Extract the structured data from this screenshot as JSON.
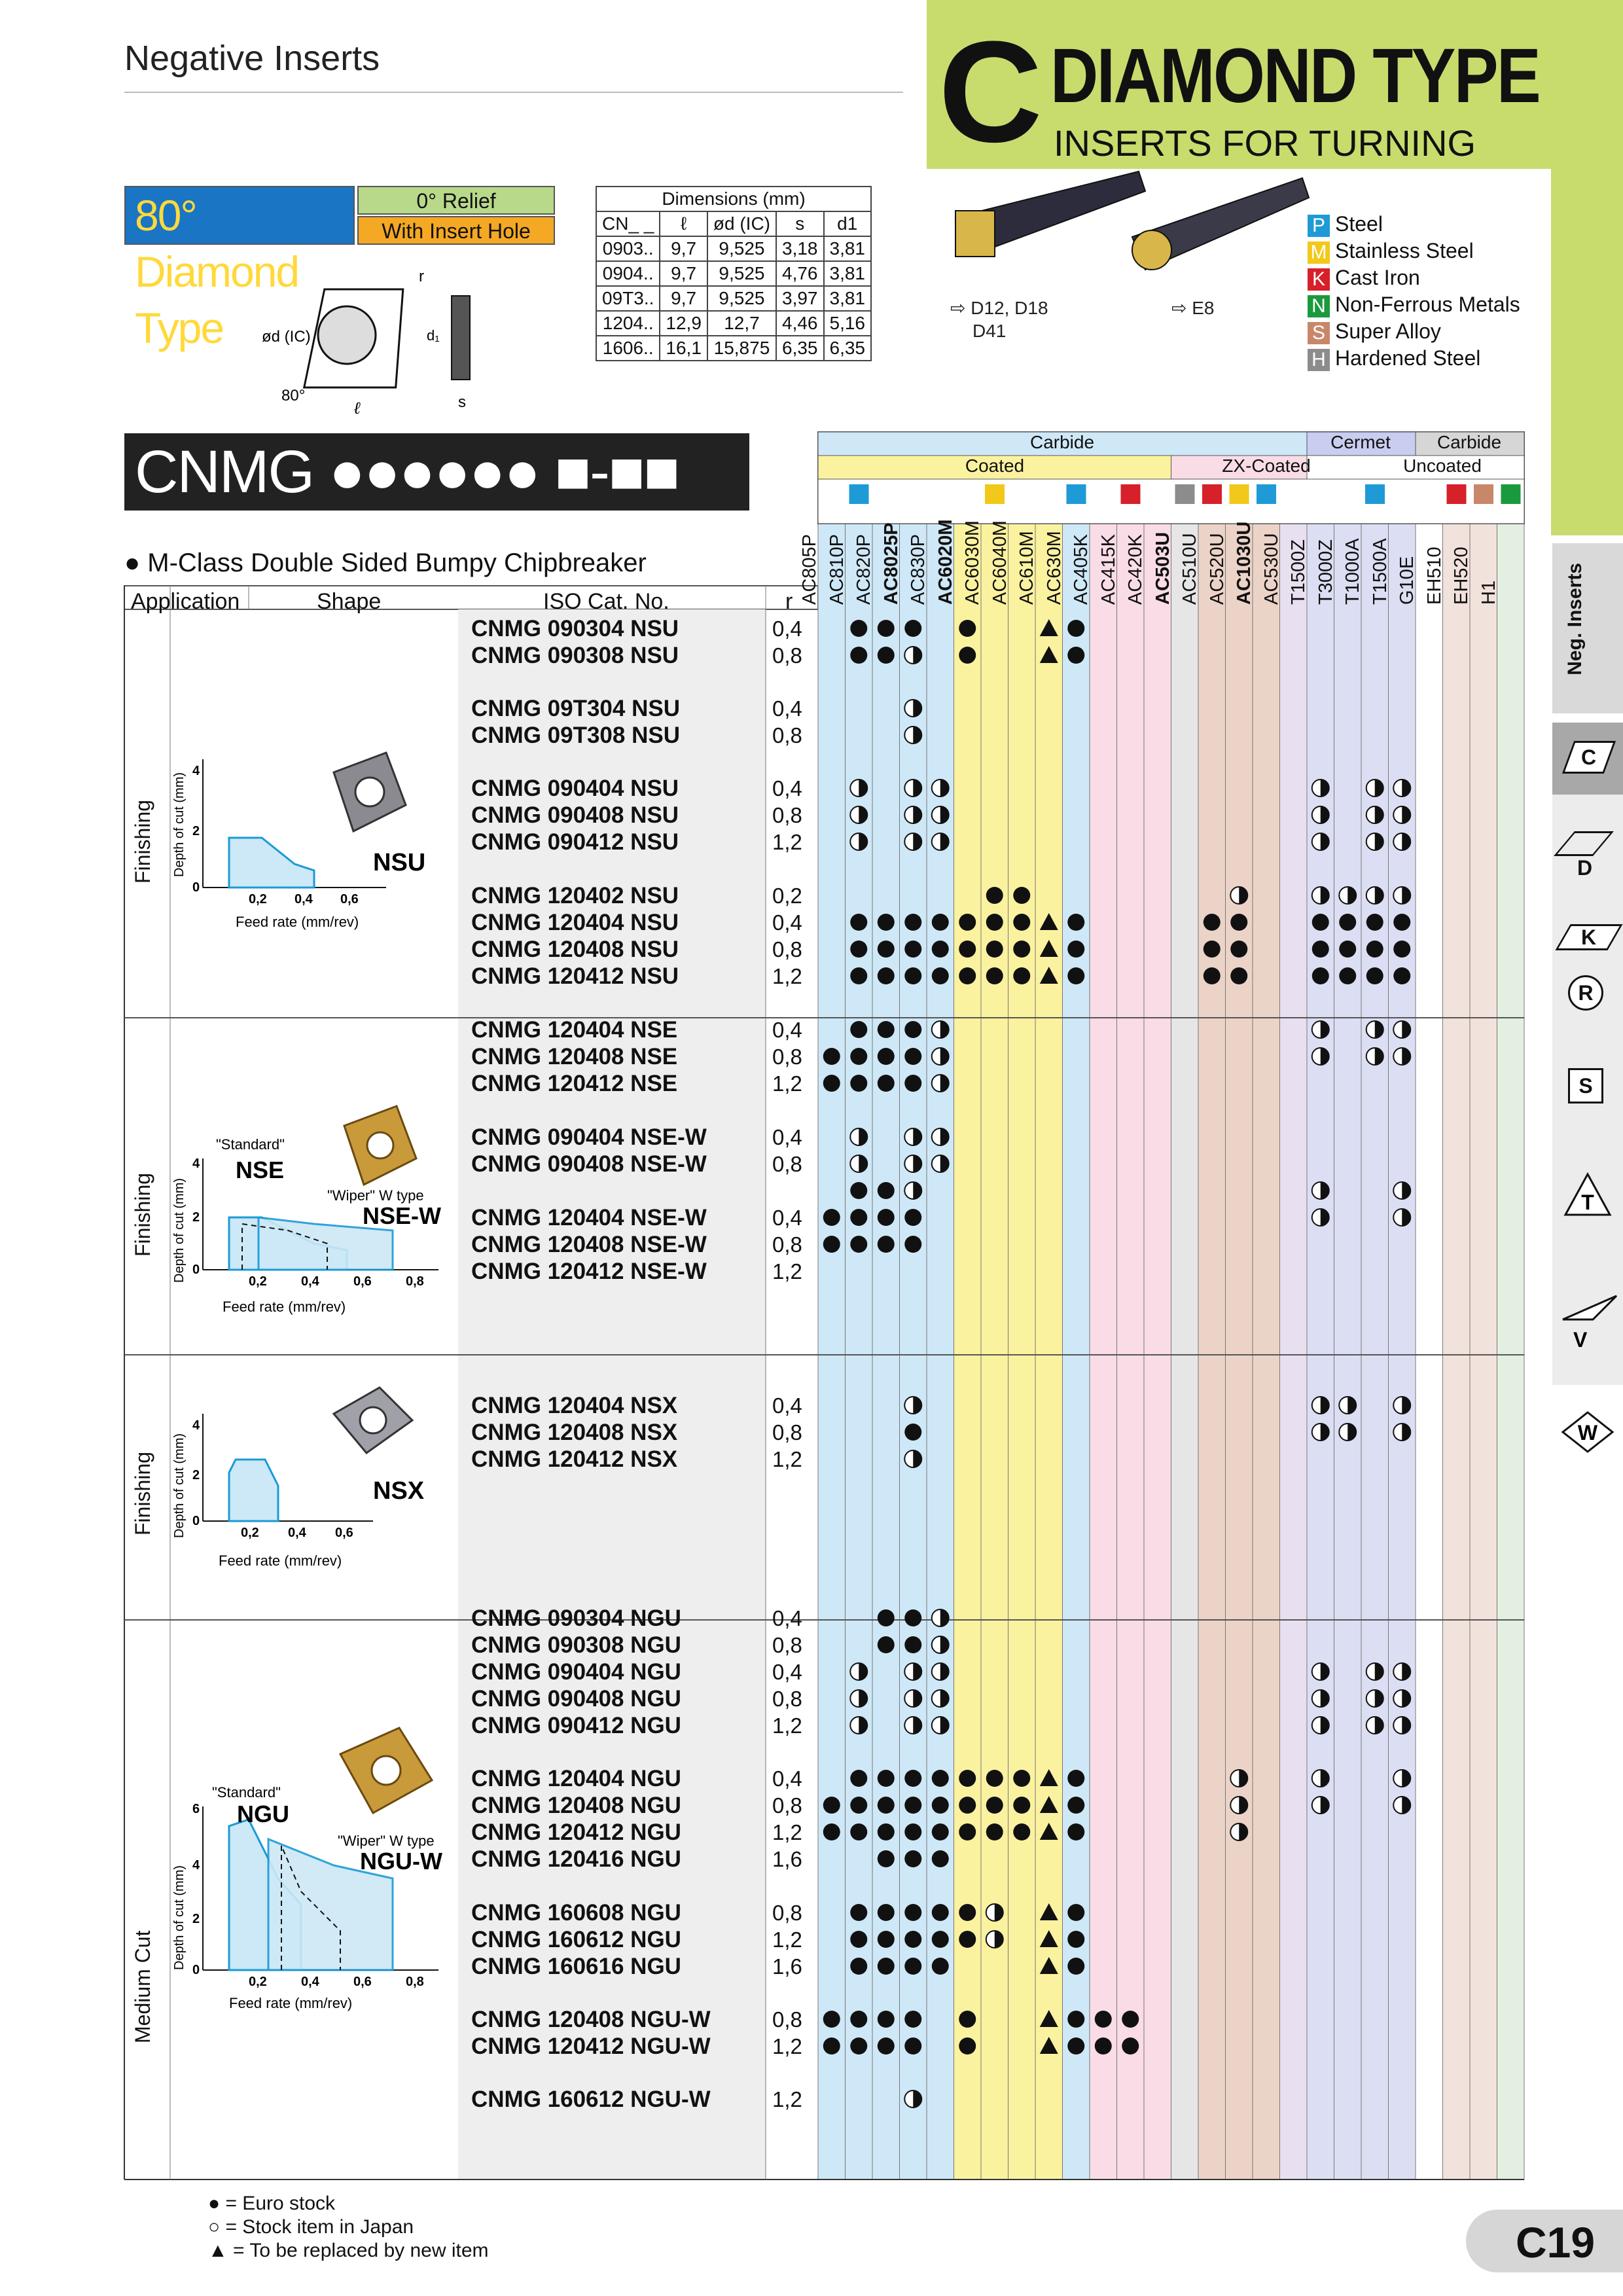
{
  "header": {
    "left_title": "Negative Inserts",
    "letter": "C",
    "title": "DIAMOND TYPE",
    "subtitle": "INSERTS FOR TURNING"
  },
  "type_box": {
    "name": "80° Diamond Type",
    "relief": "0° Relief",
    "hole": "With Insert Hole"
  },
  "diagram_labels": {
    "d_ic": "ød (IC)",
    "angle": "80°",
    "l": "ℓ",
    "r": "r",
    "d1": "d₁",
    "s": "s"
  },
  "dimensions": {
    "title": "Dimensions (mm)",
    "headers": [
      "CN_ _",
      "ℓ",
      "ød (IC)",
      "s",
      "d1"
    ],
    "rows": [
      [
        "0903..",
        "9,7",
        "9,525",
        "3,18",
        "3,81"
      ],
      [
        "0904..",
        "9,7",
        "9,525",
        "4,76",
        "3,81"
      ],
      [
        "09T3..",
        "9,7",
        "9,525",
        "3,97",
        "3,81"
      ],
      [
        "1204..",
        "12,9",
        "12,7",
        "4,46",
        "5,16"
      ],
      [
        "1606..",
        "16,1",
        "15,875",
        "6,35",
        "6,35"
      ]
    ]
  },
  "tools": [
    {
      "caption": "⇨ D12, D18",
      "caption2": "D41"
    },
    {
      "caption": "⇨ E8"
    }
  ],
  "materials": [
    {
      "code": "P",
      "name": "Steel",
      "color": "#1e9ad6"
    },
    {
      "code": "M",
      "name": "Stainless Steel",
      "color": "#f2c81a"
    },
    {
      "code": "K",
      "name": "Cast Iron",
      "color": "#d6202a"
    },
    {
      "code": "N",
      "name": "Non-Ferrous Metals",
      "color": "#1a9a3c"
    },
    {
      "code": "S",
      "name": "Super Alloy",
      "color": "#c9876a"
    },
    {
      "code": "H",
      "name": "Hardened Steel",
      "color": "#8c8c8c"
    }
  ],
  "designation": "CNMG ●●●●●● ■-■■",
  "section_title": "● M-Class   Double Sided Bumpy Chipbreaker",
  "table_headers": {
    "application": "Application",
    "shape": "Shape",
    "iso": "ISO Cat. No.",
    "r": "r"
  },
  "grade_groups": {
    "carbide": "Carbide",
    "coated": "Coated",
    "zx": "ZX-Coated",
    "cermet": "Cermet",
    "carbide2": "Carbide",
    "uncoated": "Uncoated"
  },
  "grades": [
    "AC805P",
    "AC810P",
    "AC820P",
    "AC8025P",
    "AC830P",
    "AC6020M",
    "AC6030M",
    "AC6040M",
    "AC610M",
    "AC630M",
    "AC405K",
    "AC415K",
    "AC420K",
    "AC503U",
    "AC510U",
    "AC520U",
    "AC1030U",
    "AC530U",
    "T1500Z",
    "T3000Z",
    "T1000A",
    "T1500A",
    "G10E",
    "EH510",
    "EH520",
    "H1"
  ],
  "applications": [
    "Finishing",
    "Finishing",
    "Finishing",
    "Medium Cut"
  ],
  "chart_labels": {
    "ylabel": "Depth of cut (mm)",
    "xlabel": "Feed rate (mm/rev)",
    "std": "\"Standard\"",
    "wiper": "\"Wiper\" W  type"
  },
  "chipbreakers": [
    "NSU",
    "NSE",
    "NSE-W",
    "NSX",
    "NGU",
    "NGU-W"
  ],
  "rows": [
    {
      "iso": "CNMG 090304 NSU",
      "r": "0,4",
      "m": {
        "1": "B",
        "2": "B",
        "3": "B",
        "5": "B",
        "8": "T",
        "9": "B"
      }
    },
    {
      "iso": "CNMG 090308 NSU",
      "r": "0,8",
      "m": {
        "1": "B",
        "2": "B",
        "3": "O",
        "5": "B",
        "8": "T",
        "9": "B"
      }
    },
    {
      "iso": "CNMG 09T304 NSU",
      "r": "0,4",
      "m": {
        "3": "O"
      }
    },
    {
      "iso": "CNMG 09T308 NSU",
      "r": "0,8",
      "m": {
        "3": "O"
      }
    },
    {
      "iso": "CNMG 090404 NSU",
      "r": "0,4",
      "m": {
        "1": "O",
        "3": "O",
        "4": "O",
        "18": "O",
        "20": "O",
        "21": "O"
      }
    },
    {
      "iso": "CNMG 090408 NSU",
      "r": "0,8",
      "m": {
        "1": "O",
        "3": "O",
        "4": "O",
        "18": "O",
        "20": "O",
        "21": "O"
      }
    },
    {
      "iso": "CNMG 090412 NSU",
      "r": "1,2",
      "m": {
        "1": "O",
        "3": "O",
        "4": "O",
        "18": "O",
        "20": "O",
        "21": "O"
      }
    },
    {
      "iso": "CNMG 120402 NSU",
      "r": "0,2",
      "m": {
        "6": "B",
        "7": "B",
        "15": "O",
        "18": "O",
        "19": "O",
        "20": "O",
        "21": "O"
      }
    },
    {
      "iso": "CNMG 120404 NSU",
      "r": "0,4",
      "m": {
        "1": "B",
        "2": "B",
        "3": "B",
        "4": "B",
        "5": "B",
        "6": "B",
        "7": "B",
        "8": "T",
        "9": "B",
        "14": "B",
        "15": "B",
        "18": "B",
        "19": "B",
        "20": "B",
        "21": "B"
      }
    },
    {
      "iso": "CNMG 120408 NSU",
      "r": "0,8",
      "m": {
        "1": "B",
        "2": "B",
        "3": "B",
        "4": "B",
        "5": "B",
        "6": "B",
        "7": "B",
        "8": "T",
        "9": "B",
        "14": "B",
        "15": "B",
        "18": "B",
        "19": "B",
        "20": "B",
        "21": "B"
      }
    },
    {
      "iso": "CNMG 120412 NSU",
      "r": "1,2",
      "m": {
        "1": "B",
        "2": "B",
        "3": "B",
        "4": "B",
        "5": "B",
        "6": "B",
        "7": "B",
        "8": "T",
        "9": "B",
        "14": "B",
        "15": "B",
        "18": "B",
        "19": "B",
        "20": "B",
        "21": "B"
      }
    },
    {
      "iso": "CNMG 120404 NSE",
      "r": "0,4",
      "m": {
        "1": "B",
        "2": "B",
        "3": "B",
        "4": "O",
        "18": "O",
        "20": "O",
        "21": "O"
      }
    },
    {
      "iso": "CNMG 120408 NSE",
      "r": "0,8",
      "m": {
        "0": "B",
        "1": "B",
        "2": "B",
        "3": "B",
        "4": "O",
        "18": "O",
        "20": "O",
        "21": "O"
      }
    },
    {
      "iso": "CNMG 120412 NSE",
      "r": "1,2",
      "m": {
        "0": "B",
        "1": "B",
        "2": "B",
        "3": "B",
        "4": "O"
      }
    },
    {
      "iso": "CNMG 090404 NSE-W",
      "r": "0,4",
      "m": {
        "1": "O",
        "3": "O",
        "4": "O"
      }
    },
    {
      "iso": "CNMG 090408 NSE-W",
      "r": "0,8",
      "m": {
        "1": "O",
        "3": "O",
        "4": "O"
      }
    },
    {
      "iso": "",
      "r": "",
      "m": {
        "1": "B",
        "2": "B",
        "3": "O",
        "18": "O",
        "21": "O"
      }
    },
    {
      "iso": "CNMG 120404 NSE-W",
      "r": "0,4",
      "m": {
        "0": "B",
        "1": "B",
        "2": "B",
        "3": "B",
        "18": "O",
        "21": "O"
      }
    },
    {
      "iso": "CNMG 120408 NSE-W",
      "r": "0,8",
      "m": {
        "0": "B",
        "1": "B",
        "2": "B",
        "3": "B"
      }
    },
    {
      "iso": "CNMG 120412 NSE-W",
      "r": "1,2",
      "m": {}
    },
    {
      "iso": "CNMG 120404 NSX",
      "r": "0,4",
      "m": {
        "3": "O",
        "18": "O",
        "19": "O",
        "21": "O"
      }
    },
    {
      "iso": "CNMG 120408 NSX",
      "r": "0,8",
      "m": {
        "3": "B",
        "18": "O",
        "19": "O",
        "21": "O"
      }
    },
    {
      "iso": "CNMG 120412 NSX",
      "r": "1,2",
      "m": {
        "3": "O"
      }
    },
    {
      "iso": "CNMG 090304 NGU",
      "r": "0,4",
      "m": {
        "2": "B",
        "3": "B",
        "4": "O"
      }
    },
    {
      "iso": "CNMG 090308 NGU",
      "r": "0,8",
      "m": {
        "2": "B",
        "3": "B",
        "4": "O"
      }
    },
    {
      "iso": "CNMG 090404 NGU",
      "r": "0,4",
      "m": {
        "1": "O",
        "3": "O",
        "4": "O",
        "18": "O",
        "20": "O",
        "21": "O"
      }
    },
    {
      "iso": "CNMG 090408 NGU",
      "r": "0,8",
      "m": {
        "1": "O",
        "3": "O",
        "4": "O",
        "18": "O",
        "20": "O",
        "21": "O"
      }
    },
    {
      "iso": "CNMG 090412 NGU",
      "r": "1,2",
      "m": {
        "1": "O",
        "3": "O",
        "4": "O",
        "18": "O",
        "20": "O",
        "21": "O"
      }
    },
    {
      "iso": "CNMG 120404 NGU",
      "r": "0,4",
      "m": {
        "1": "B",
        "2": "B",
        "3": "B",
        "4": "B",
        "5": "B",
        "6": "B",
        "7": "B",
        "8": "T",
        "9": "B",
        "15": "O",
        "18": "O",
        "21": "O"
      }
    },
    {
      "iso": "CNMG 120408 NGU",
      "r": "0,8",
      "m": {
        "0": "B",
        "1": "B",
        "2": "B",
        "3": "B",
        "4": "B",
        "5": "B",
        "6": "B",
        "7": "B",
        "8": "T",
        "9": "B",
        "15": "O",
        "18": "O",
        "21": "O"
      }
    },
    {
      "iso": "CNMG 120412 NGU",
      "r": "1,2",
      "m": {
        "0": "B",
        "1": "B",
        "2": "B",
        "3": "B",
        "4": "B",
        "5": "B",
        "6": "B",
        "7": "B",
        "8": "T",
        "9": "B",
        "15": "O"
      }
    },
    {
      "iso": "CNMG 120416 NGU",
      "r": "1,6",
      "m": {
        "2": "B",
        "3": "B",
        "4": "B"
      }
    },
    {
      "iso": "CNMG 160608 NGU",
      "r": "0,8",
      "m": {
        "1": "B",
        "2": "B",
        "3": "B",
        "4": "B",
        "5": "B",
        "6": "O",
        "8": "T",
        "9": "B"
      }
    },
    {
      "iso": "CNMG 160612 NGU",
      "r": "1,2",
      "m": {
        "1": "B",
        "2": "B",
        "3": "B",
        "4": "B",
        "5": "B",
        "6": "O",
        "8": "T",
        "9": "B"
      }
    },
    {
      "iso": "CNMG 160616 NGU",
      "r": "1,6",
      "m": {
        "1": "B",
        "2": "B",
        "3": "B",
        "4": "B",
        "8": "T",
        "9": "B"
      }
    },
    {
      "iso": "CNMG 120408 NGU-W",
      "r": "0,8",
      "m": {
        "0": "B",
        "1": "B",
        "2": "B",
        "3": "B",
        "5": "B",
        "8": "T",
        "9": "B",
        "10": "B",
        "11": "B"
      }
    },
    {
      "iso": "CNMG 120412 NGU-W",
      "r": "1,2",
      "m": {
        "0": "B",
        "1": "B",
        "2": "B",
        "3": "B",
        "5": "B",
        "8": "T",
        "9": "B",
        "10": "B",
        "11": "B"
      }
    },
    {
      "iso": "CNMG 160612 NGU-W",
      "r": "1,2",
      "m": {
        "3": "O"
      }
    }
  ],
  "footnotes": [
    "● = Euro stock",
    "○ = Stock item in Japan",
    "▲ = To be replaced by new item"
  ],
  "side_tabs": [
    "Neg. Inserts",
    "C",
    "D",
    "K",
    "R",
    "S",
    "T",
    "V",
    "W"
  ],
  "page_number": "C19"
}
